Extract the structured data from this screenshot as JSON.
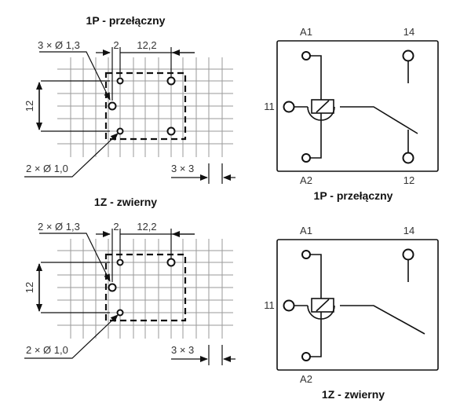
{
  "footprint_top": {
    "title": "1P - przełączny",
    "holes_large": "3 × Ø 1,3",
    "holes_small": "2 × Ø 1,0",
    "dim_offset": "2",
    "dim_width": "12,2",
    "dim_height": "12",
    "grid": "3 × 3"
  },
  "footprint_bottom": {
    "title": "1Z - zwierny",
    "holes_large": "2 × Ø 1,3",
    "holes_small": "2 × Ø 1,0",
    "dim_offset": "2",
    "dim_width": "12,2",
    "dim_height": "12",
    "grid": "3 × 3"
  },
  "schematic_top": {
    "title": "1P - przełączny",
    "a1": "A1",
    "a2": "A2",
    "t11": "11",
    "t12": "12",
    "t14": "14"
  },
  "schematic_bottom": {
    "title": "1Z - zwierny",
    "a1": "A1",
    "a2": "A2",
    "t11": "11",
    "t14": "14"
  }
}
